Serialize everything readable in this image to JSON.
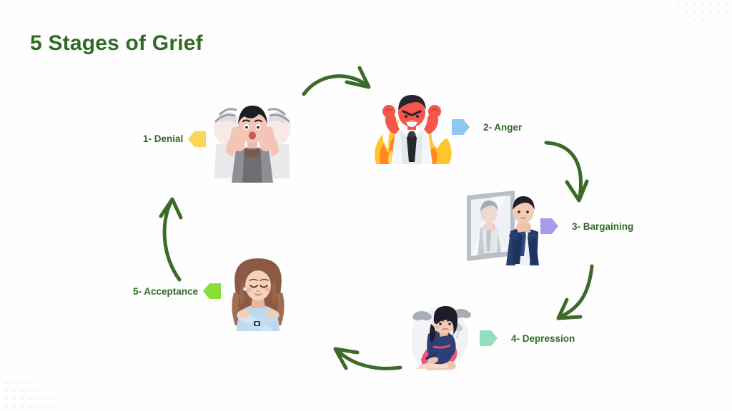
{
  "slide": {
    "title": "5 Stages of Grief",
    "background_color": "#fefeff",
    "accent_color": "#2f6b25",
    "arrow_color": "#3b6b28"
  },
  "stages": [
    {
      "id": "denial",
      "label": "1- Denial",
      "marker_color": "#fbd45a",
      "marker_direction": "left",
      "illustration": "person-hands-on-head-shaking",
      "label_side": "left"
    },
    {
      "id": "anger",
      "label": "2- Anger",
      "marker_color": "#8ec7ef",
      "marker_direction": "right",
      "illustration": "angry-man-in-flames",
      "label_side": "right"
    },
    {
      "id": "bargaining",
      "label": "3- Bargaining",
      "marker_color": "#a99ae8",
      "marker_direction": "right",
      "illustration": "man-looking-in-mirror",
      "label_side": "right"
    },
    {
      "id": "depression",
      "label": "4- Depression",
      "marker_color": "#90dfbe",
      "marker_direction": "right",
      "illustration": "woman-hugging-knees-rain-clouds",
      "label_side": "right"
    },
    {
      "id": "acceptance",
      "label": "5- Acceptance",
      "marker_color": "#8ade3a",
      "marker_direction": "left",
      "illustration": "woman-hugging-herself",
      "label_side": "left"
    }
  ],
  "connectors": [
    {
      "id": "denial-to-anger",
      "from": "denial",
      "to": "anger",
      "direction": "right"
    },
    {
      "id": "anger-to-bargaining",
      "from": "anger",
      "to": "bargaining",
      "direction": "down"
    },
    {
      "id": "bargaining-to-depression",
      "from": "bargaining",
      "to": "depression",
      "direction": "down-left"
    },
    {
      "id": "depression-to-acceptance",
      "from": "depression",
      "to": "acceptance",
      "direction": "left"
    },
    {
      "id": "acceptance-to-denial",
      "from": "acceptance",
      "to": "denial",
      "direction": "up"
    }
  ]
}
